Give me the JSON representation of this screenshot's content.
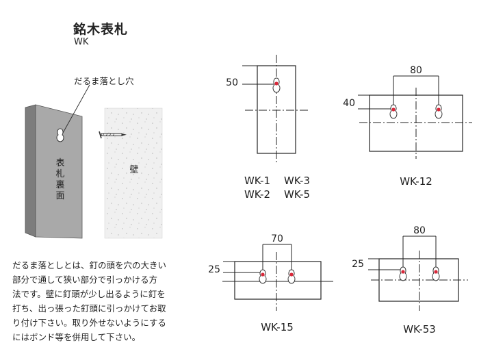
{
  "header": {
    "title": "銘木表札",
    "subtitle": "WK"
  },
  "illustration": {
    "callout_label": "だるま落とし穴",
    "board_label": "表札裏面",
    "wall_label": "壁"
  },
  "description": {
    "lines": [
      "だるま落としとは、釘の頭を穴の大きい",
      "部分で通して狭い部分で引っかける方",
      "法です。壁に釘頭が少し出るように釘を",
      "打ち、出っ張った釘頭に引っかけてお取",
      "り付け下さい。取り外せないようにする",
      "にはボンド等を併用して下さい。"
    ]
  },
  "figures": {
    "single": {
      "models": [
        "WK-1",
        "WK-3",
        "WK-2",
        "WK-5"
      ],
      "top_offset": "50"
    },
    "wk12": {
      "model": "WK-12",
      "spacing": "80",
      "top_offset": "40"
    },
    "wk15": {
      "model": "WK-15",
      "spacing": "70",
      "top_offset": "25"
    },
    "wk53": {
      "model": "WK-53",
      "spacing": "80",
      "top_offset": "25"
    }
  },
  "colors": {
    "hole": "#d8283a",
    "board": "#a9a9a9",
    "wall": "#f0f0f0",
    "line": "#222222"
  }
}
